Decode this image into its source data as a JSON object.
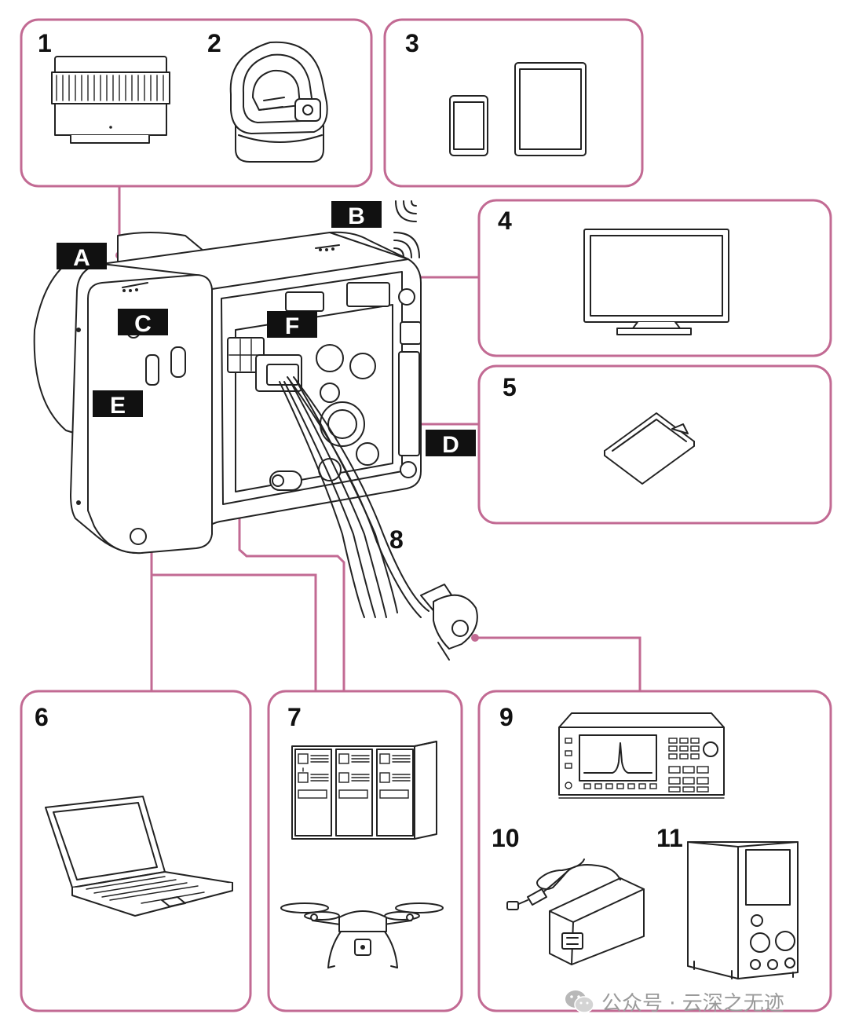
{
  "numbers": {
    "n1": "1",
    "n2": "2",
    "n3": "3",
    "n4": "4",
    "n5": "5",
    "n6": "6",
    "n7": "7",
    "n8": "8",
    "n9": "9",
    "n10": "10",
    "n11": "11"
  },
  "tags": {
    "A": "A",
    "B": "B",
    "C": "C",
    "D": "D",
    "E": "E",
    "F": "F"
  },
  "watermark": {
    "text": "公众号 · 云深之无迹",
    "icon": "wechat-icon"
  },
  "colors": {
    "frame": "#c26a93",
    "ink": "#222222",
    "tag_bg": "#111111",
    "tag_text": "#ffffff"
  }
}
